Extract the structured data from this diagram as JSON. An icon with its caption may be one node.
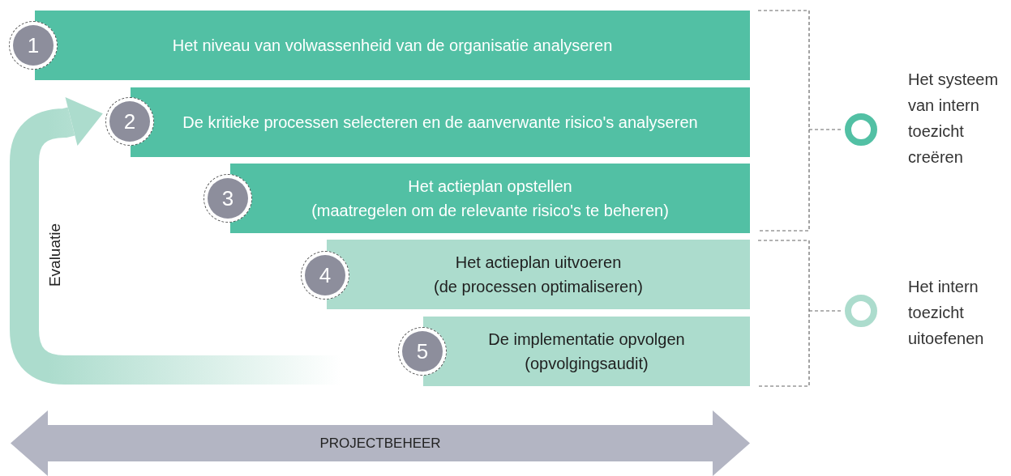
{
  "diagram": {
    "nodes": [
      {
        "text": [
          "Het niveau van volwassenheid van de organisatie analyseren"
        ]
      },
      {
        "text": [
          "1"
        ]
      },
      {
        "text": [
          "De kritieke processen selecteren en de aanverwante risico's analyseren"
        ]
      },
      {
        "text": [
          "2"
        ]
      },
      {
        "text": [
          "Het actieplan opstellen",
          "(maatregelen om de relevante risico's te beheren)"
        ]
      },
      {
        "text": [
          "3"
        ]
      },
      {
        "text": [
          "Het actieplan uitvoeren",
          "(de processen optimaliseren)"
        ]
      },
      {
        "text": [
          "4"
        ]
      },
      {
        "text": [
          "De implementatie opvolgen",
          "(opvolgingsaudit)"
        ]
      },
      {
        "text": [
          "5"
        ]
      },
      {
        "text": [],
        "shape": "circle",
        "beside": [
          "Het systeem van intern toezicht creëren"
        ]
      },
      {
        "text": [],
        "shape": "circle",
        "beside": [
          "Het intern toezicht uitoefenen"
        ]
      },
      {
        "text": [
          "PROJECTBEHEER"
        ]
      }
    ],
    "edges": [
      {
        "from": null,
        "to": 3,
        "arrow": "to",
        "style": "thick",
        "label": "Evaluatie"
      }
    ]
  }
}
